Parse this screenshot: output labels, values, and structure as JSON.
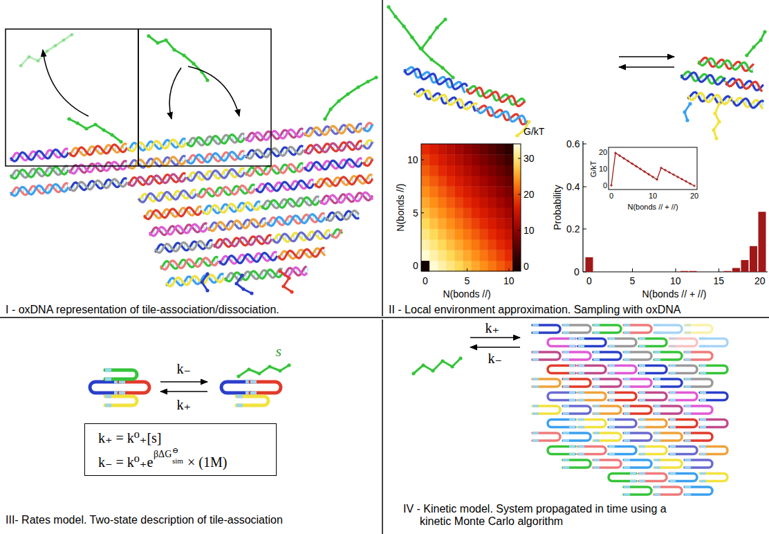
{
  "diagram": {
    "nodes": [
      {
        "text": [
          "k₊ = k⁰₊[s]",
          "k₋ = k⁰₊e",
          "βΔG",
          "⊖",
          "sim",
          "× (1M)"
        ]
      }
    ],
    "labels": [
      "I - oxDNA representation of tile-association/dissociation.",
      "G/kT",
      "30",
      "20",
      "10",
      "0",
      "10",
      "5",
      "0",
      "0",
      "5",
      "10",
      "N(bonds //)",
      "N(bonds //)",
      "Probability",
      "0.6",
      "0.4",
      "0.2",
      "0",
      "0",
      "5",
      "10",
      "15",
      "20",
      "N(bonds // + //)",
      "G/kT",
      "20",
      "10",
      "0",
      "0",
      "10",
      "20",
      "N(bonds // + //)",
      "II - Local environment approximation. Sampling with oxDNA",
      "k₋",
      "k₊",
      "s",
      "III- Rates model. Two-state description of tile-association",
      "k₊",
      "k₋",
      "IV - Kinetic model. System propagated in time using a kinetic Monte Carlo algorithm"
    ]
  }
}
